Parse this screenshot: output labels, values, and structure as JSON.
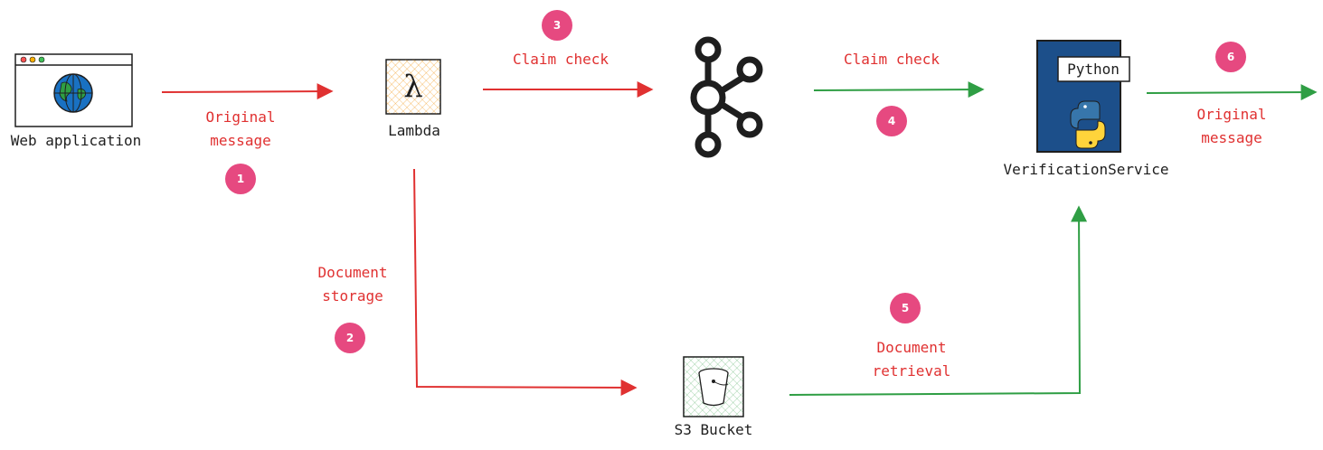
{
  "nodes": {
    "web_app": "Web application",
    "lambda": "Lambda",
    "s3": "S3 Bucket",
    "verification": "VerificationService",
    "python_tag": "Python"
  },
  "steps": {
    "s1": "1",
    "s2": "2",
    "s3": "3",
    "s4": "4",
    "s5": "5",
    "s6": "6"
  },
  "edges": {
    "original_message_in": [
      "Original",
      "message"
    ],
    "document_storage": [
      "Document",
      "storage"
    ],
    "claim_check_out": "Claim check",
    "claim_check_in": "Claim check",
    "document_retrieval": [
      "Document",
      "retrieval"
    ],
    "original_message_out": [
      "Original",
      "message"
    ]
  },
  "colors": {
    "write_path": "#e03131",
    "read_path": "#2f9e44",
    "badge": "#e64980",
    "lambda_accent": "#f08c00",
    "s3_accent": "#2f9e44",
    "python_box": "#1c4f8a",
    "globe": "#1971c2"
  },
  "icons": {
    "web_app": "browser-globe-icon",
    "lambda": "aws-lambda-icon",
    "broker": "kafka-icon",
    "s3": "s3-bucket-icon",
    "verification": "python-service-icon"
  }
}
